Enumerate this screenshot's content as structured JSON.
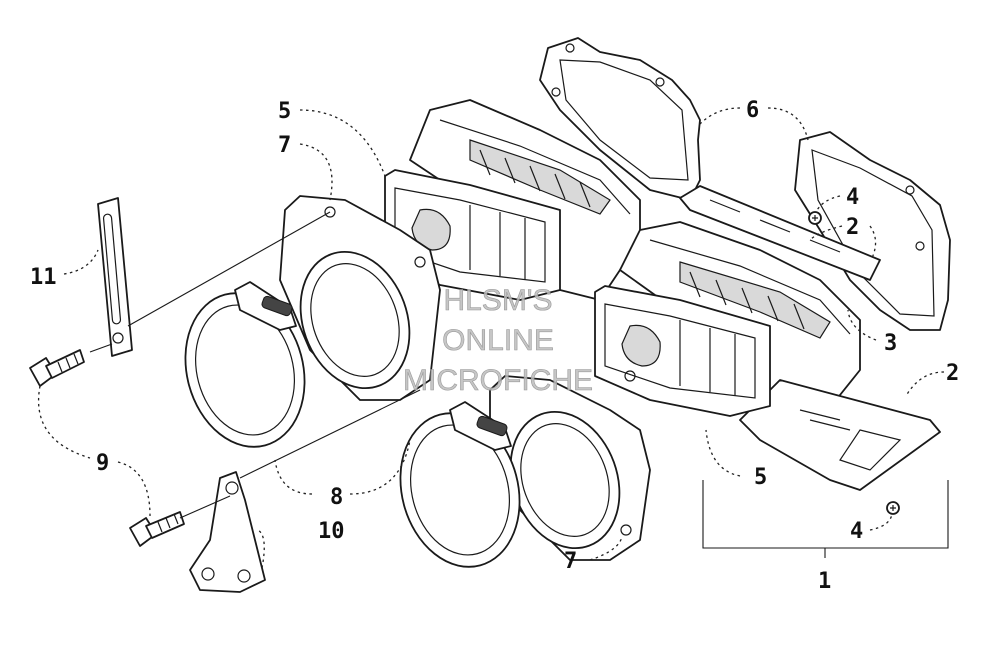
{
  "diagram": {
    "callouts": [
      {
        "id": "c1",
        "label": "1"
      },
      {
        "id": "c2a",
        "label": "2"
      },
      {
        "id": "c2b",
        "label": "2"
      },
      {
        "id": "c3",
        "label": "3"
      },
      {
        "id": "c4a",
        "label": "4"
      },
      {
        "id": "c4b",
        "label": "4"
      },
      {
        "id": "c5a",
        "label": "5"
      },
      {
        "id": "c5b",
        "label": "5"
      },
      {
        "id": "c6",
        "label": "6"
      },
      {
        "id": "c7a",
        "label": "7"
      },
      {
        "id": "c7b",
        "label": "7"
      },
      {
        "id": "c8",
        "label": "8"
      },
      {
        "id": "c9",
        "label": "9"
      },
      {
        "id": "c10",
        "label": "10"
      },
      {
        "id": "c11",
        "label": "11"
      }
    ],
    "watermark": [
      "HLSM'S",
      "ONLINE",
      "MICROFICHE"
    ]
  }
}
